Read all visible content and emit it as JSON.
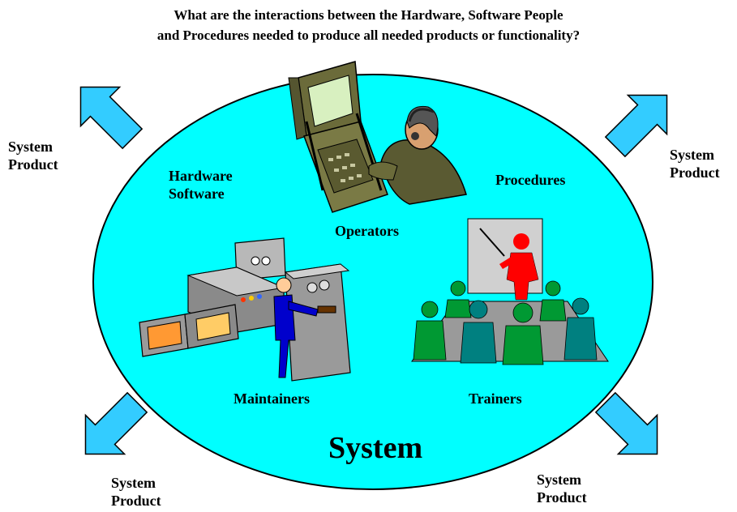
{
  "title": {
    "line1": "What are the interactions between the Hardware, Software People",
    "line2": "and Procedures needed to produce all needed products or functionality?"
  },
  "labels": {
    "hardware": "Hardware",
    "software": "Software",
    "procedures": "Procedures",
    "operators": "Operators",
    "maintainers": "Maintainers",
    "trainers": "Trainers",
    "system": "System"
  },
  "outputs": [
    {
      "line1": "System",
      "line2": "Product"
    },
    {
      "line1": "System",
      "line2": "Product"
    },
    {
      "line1": "System",
      "line2": "Product"
    },
    {
      "line1": "System",
      "line2": "Product"
    }
  ],
  "colors": {
    "ellipse_fill": "#00ffff",
    "arrow_fill": "#33ccff",
    "teal_person": "#008080",
    "green_person": "#009933",
    "trainer_red": "#ff0000",
    "maintainer_blue": "#0000cc"
  },
  "icons": [
    "operator-at-console-icon",
    "maintainer-at-machines-icon",
    "trainer-with-class-icon"
  ]
}
